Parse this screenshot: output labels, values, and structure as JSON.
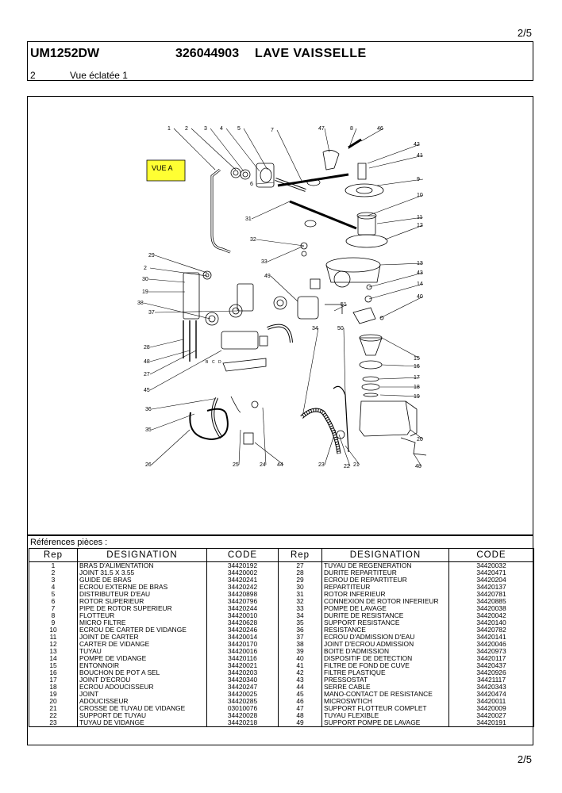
{
  "page": {
    "number": "2/5"
  },
  "header": {
    "model": "UM1252DW",
    "reference": "326044903",
    "product": "LAVE VAISSELLE",
    "section_number": "2",
    "section_title": "Vue éclatée 1"
  },
  "diagram": {
    "view_label": "VUE A",
    "view_label_color": "#ffff33",
    "callouts": [
      "1",
      "2",
      "3",
      "4",
      "5",
      "7",
      "47",
      "8",
      "46",
      "42",
      "41",
      "9",
      "10",
      "11",
      "12",
      "6",
      "31",
      "32",
      "29",
      "2",
      "30",
      "19",
      "38",
      "37",
      "33",
      "49",
      "51",
      "13",
      "43",
      "14",
      "40",
      "34",
      "50",
      "28",
      "48",
      "27",
      "45",
      "36",
      "35",
      "26",
      "15",
      "16",
      "17",
      "18",
      "19",
      "25",
      "24",
      "44",
      "23",
      "22",
      "21",
      "20",
      "48"
    ],
    "connector_letters": [
      "B",
      "C",
      "D"
    ]
  },
  "references": {
    "label": "Références pièces  :",
    "headers": [
      "Rep",
      "DESIGNATION",
      "CODE",
      "Rep",
      "DESIGNATION",
      "CODE"
    ],
    "rows": [
      [
        "1",
        "BRAS D'ALIMENTATION",
        "34420192",
        "27",
        "TUYAU DE REGENERATION",
        "34420032"
      ],
      [
        "2",
        "JOINT 31.5 X 3.55",
        "34420002",
        "28",
        "DURITE REPARTITEUR",
        "34420471"
      ],
      [
        "3",
        "GUIDE DE BRAS",
        "34420241",
        "29",
        "ECROU DE REPARTITEUR",
        "34420204"
      ],
      [
        "4",
        "ECROU EXTERNE DE BRAS",
        "34420242",
        "30",
        "REPARTITEUR",
        "34420137"
      ],
      [
        "5",
        "DISTRIBUTEUR D'EAU",
        "34420898",
        "31",
        "ROTOR INFERIEUR",
        "34420781"
      ],
      [
        "6",
        "ROTOR SUPERIEUR",
        "34420796",
        "32",
        "CONNEXION DE ROTOR INFERIEUR",
        "34420885"
      ],
      [
        "7",
        "PIPE DE ROTOR SUPERIEUR",
        "34420244",
        "33",
        "POMPE DE LAVAGE",
        "34420038"
      ],
      [
        "8",
        "FLOTTEUR",
        "34420010",
        "34",
        "DURITE DE RESISTANCE",
        "34420042"
      ],
      [
        "9",
        "MICRO FILTRE",
        "34420628",
        "35",
        "SUPPORT RESISTANCE",
        "34420140"
      ],
      [
        "10",
        "ECROU DE CARTER DE VIDANGE",
        "34420246",
        "36",
        "RESISTANCE",
        "34420782"
      ],
      [
        "11",
        "JOINT DE CARTER",
        "34420014",
        "37",
        "ECROU D'ADMISSION D'EAU",
        "34420141"
      ],
      [
        "12",
        "CARTER DE VIDANGE",
        "34420170",
        "38",
        "JOINT D'ECROU ADMISSION",
        "34420046"
      ],
      [
        "13",
        "TUYAU",
        "34420016",
        "39",
        "BOITE D'ADMISSION",
        "34420973"
      ],
      [
        "14",
        "POMPE DE VIDANGE",
        "34420116",
        "40",
        "DISPOSITIF DE DETECTION",
        "34420117"
      ],
      [
        "15",
        "ENTONNOIR",
        "34420021",
        "41",
        "FILTRE DE FOND DE CUVE",
        "34420437"
      ],
      [
        "16",
        "BOUCHON DE POT A SEL",
        "34420203",
        "42",
        "FILTRE PLASTIQUE",
        "34420926"
      ],
      [
        "17",
        "JOINT D'ECROU",
        "34420340",
        "43",
        "PRESSOSTAT",
        "34421117"
      ],
      [
        "18",
        "ECROU ADOUCISSEUR",
        "34420247",
        "44",
        "SERRE CABLE",
        "34420343"
      ],
      [
        "19",
        "JOINT",
        "34420025",
        "45",
        "MANO-CONTACT DE RESISTANCE",
        "34420474"
      ],
      [
        "20",
        "ADOUCISSEUR",
        "34420285",
        "46",
        "MICROSWTICH",
        "34420011"
      ],
      [
        "21",
        "CROSSE DE TUYAU DE VIDANGE",
        "03010076",
        "47",
        "SUPPORT FLOTTEUR COMPLET",
        "34420009"
      ],
      [
        "22",
        "SUPPORT DE TUYAU",
        "34420028",
        "48",
        "TUYAU FLEXIBLE",
        "34420027"
      ],
      [
        "23",
        "TUYAU DE VIDANGE",
        "34420218",
        "49",
        "SUPPORT POMPE DE LAVAGE",
        "34420191"
      ]
    ]
  }
}
